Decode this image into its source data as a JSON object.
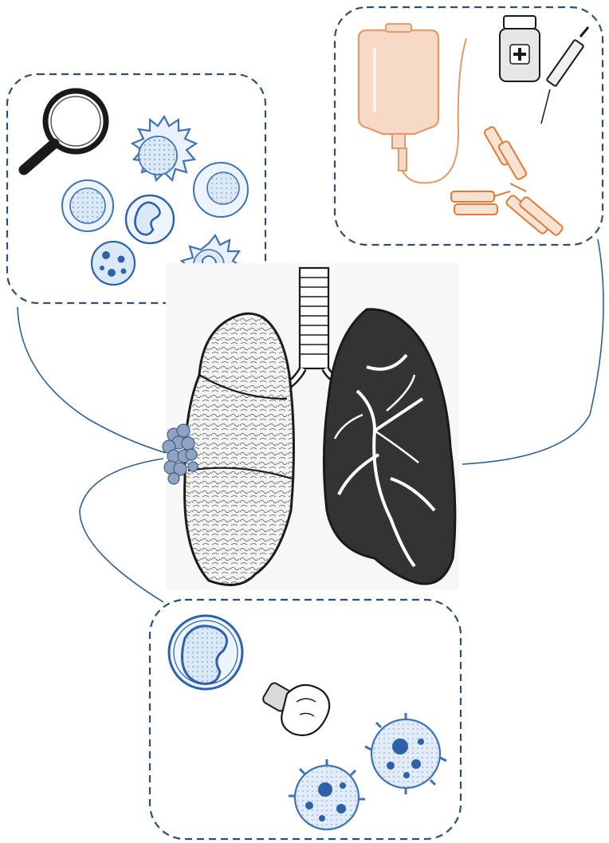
{
  "colors": {
    "frame": "#2d4f73",
    "connector": "#2f5f8f",
    "cell_blue": "#3f72b0",
    "cell_fill": "#dbe8f6",
    "dense_cell": "#2e62a8",
    "iv_orange": "#e39a6a",
    "iv_fill": "#f6d9c6",
    "antibody_orange": "#e07a36",
    "lung_dark": "#333333",
    "lung_light": "#f4f4f4",
    "tumor": "#8fa4c4",
    "ink": "#1a1a1a"
  },
  "panels": [
    {
      "id": "detection",
      "icons": [
        "magnifying-glass-icon",
        "dendritic-cell-icon",
        "lymphocyte-icon",
        "neutrophil-icon",
        "granulocyte-icon",
        "macrophage-icon",
        "lymphocyte-icon"
      ]
    },
    {
      "id": "treatment",
      "icons": [
        "iv-bag-icon",
        "pill-bottle-icon",
        "syringe-icon",
        "antibody-icon"
      ]
    },
    {
      "id": "immune-attack",
      "icons": [
        "t-cell-icon",
        "boxing-glove-icon",
        "tumor-cell-icon",
        "tumor-cell-icon"
      ]
    }
  ],
  "center": {
    "icons": [
      "lungs-icon",
      "trachea-icon",
      "tumor-cluster-icon"
    ]
  }
}
